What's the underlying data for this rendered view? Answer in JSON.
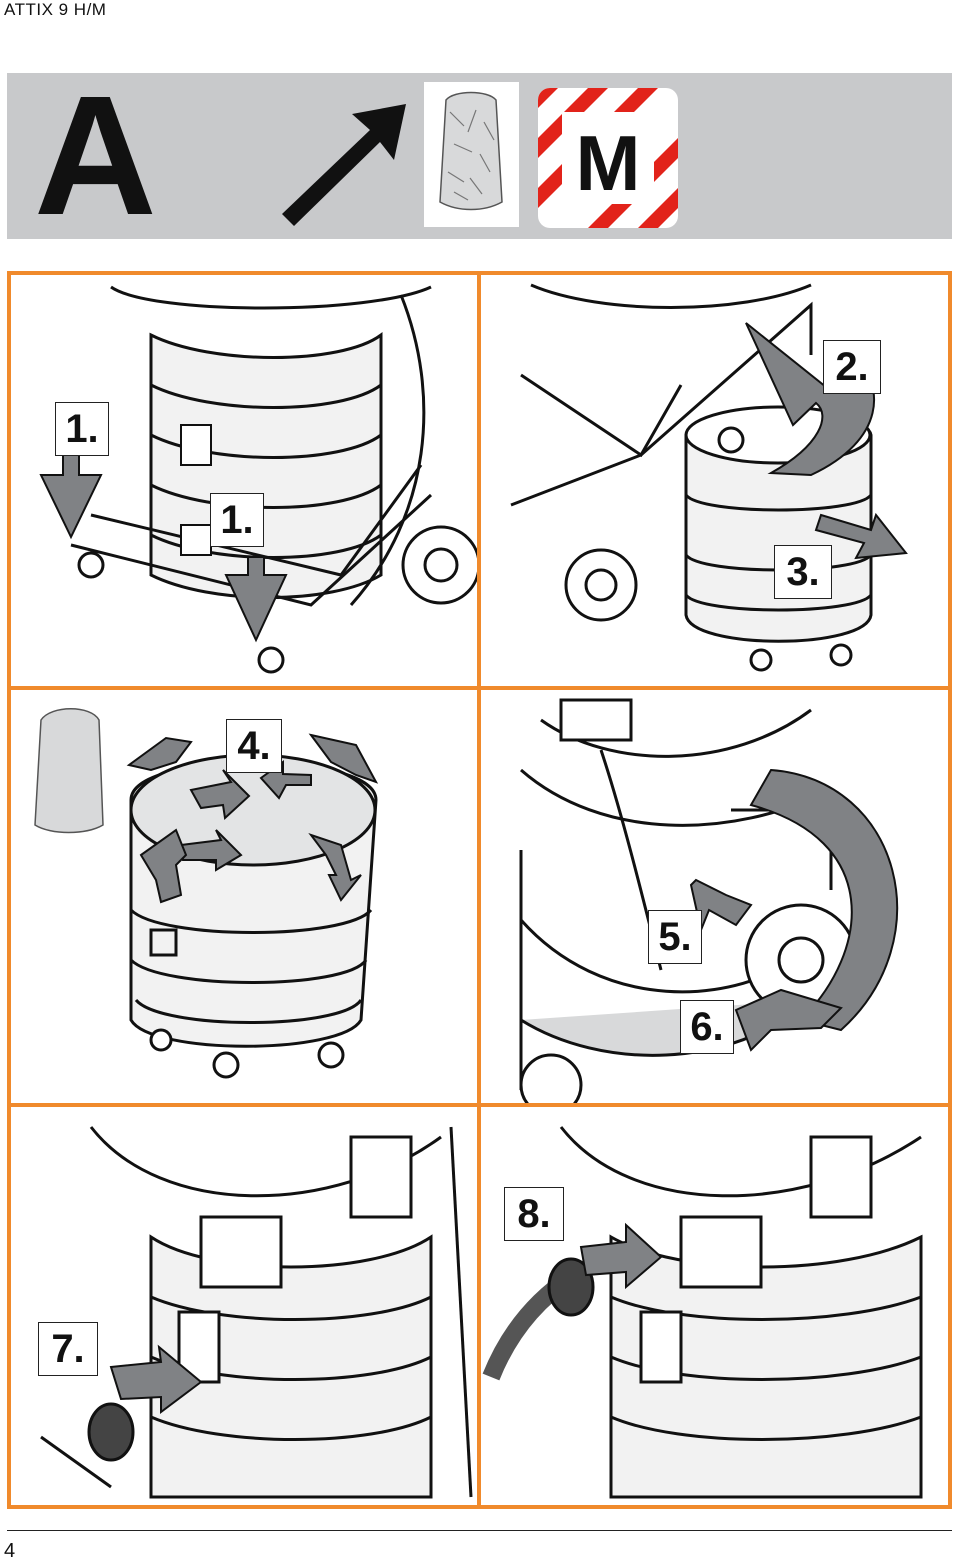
{
  "header": {
    "title": "ATTIX 9 H/M"
  },
  "banner": {
    "section_letter": "A",
    "icons": [
      "arrow-up-right-icon",
      "filter-bag-icon",
      "m-class-hazard-icon"
    ],
    "m_sign_letter": "M"
  },
  "steps": {
    "s1a": "1.",
    "s1b": "1.",
    "s2": "2.",
    "s3": "3.",
    "s4": "4.",
    "s5": "5.",
    "s6": "6.",
    "s7": "7.",
    "s8": "8."
  },
  "footer": {
    "page_number": "4"
  },
  "colors": {
    "frame": "#f08a2c",
    "banner": "#c8c9cb",
    "arrow_fill": "#808285",
    "hazard_red": "#e2231a"
  }
}
